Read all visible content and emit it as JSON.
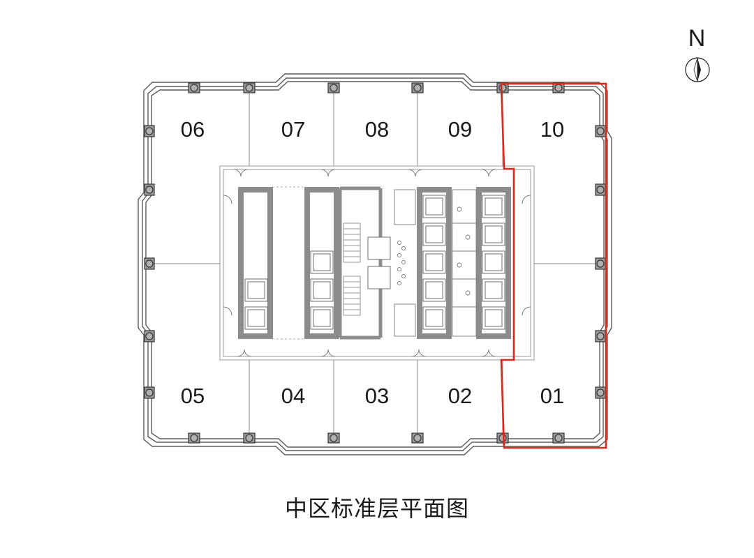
{
  "north": {
    "letter": "N"
  },
  "units_top": [
    "06",
    "07",
    "08",
    "09",
    "10"
  ],
  "units_bottom": [
    "05",
    "04",
    "03",
    "02",
    "01"
  ],
  "caption": "中区标准层平面图",
  "colors": {
    "highlight": "#e0271e",
    "line": "#6e6e6e",
    "wall": "#8c8c8c",
    "column": "#9a9a9a"
  }
}
